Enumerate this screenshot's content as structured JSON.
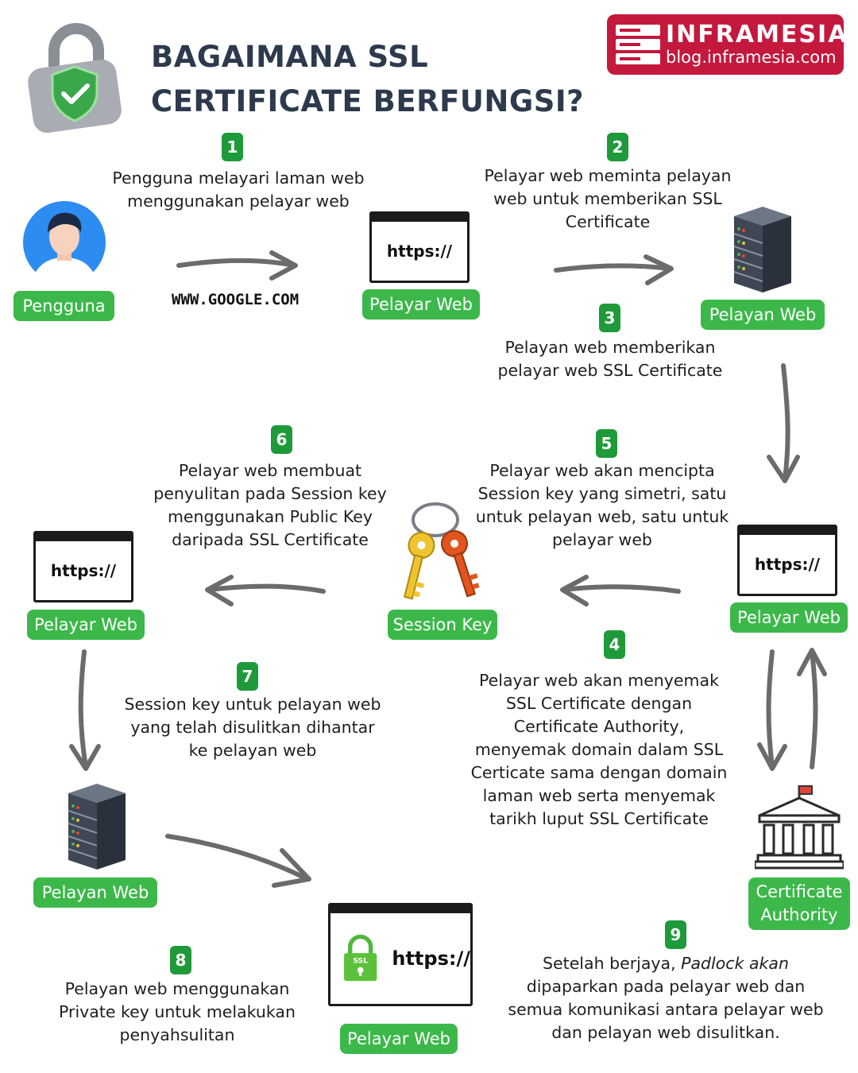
{
  "title_line1": "BAGAIMANA SSL",
  "title_line2": "CERTIFICATE BERFUNGSI?",
  "brand": {
    "name": "INFRAMESIA",
    "url": "blog.inframesia.com",
    "color": "#c4183c"
  },
  "url_text": "WWW.GOOGLE.COM",
  "https_text": "https://",
  "ssl_text": "SSL",
  "steps": [
    {
      "num": "1",
      "line1": "Pengguna  melayari laman web",
      "line2": "menggunakan pelayar web"
    },
    {
      "num": "2",
      "line1": "Pelayar web meminta pelayan",
      "line2": "web untuk memberikan SSL",
      "line3": "Certificate"
    },
    {
      "num": "3",
      "line1": "Pelayan web memberikan",
      "line2": "pelayar web SSL Certificate"
    },
    {
      "num": "4",
      "line1": "Pelayar web akan menyemak",
      "line2": "SSL Certificate dengan",
      "line3": "Certificate Authority,",
      "line4": "menyemak domain dalam SSL",
      "line5": "Certicate sama dengan domain",
      "line6": "laman web serta menyemak",
      "line7": "tarikh luput SSL Certificate"
    },
    {
      "num": "5",
      "line1": "Pelayar web akan mencipta",
      "line2": "Session key yang simetri, satu",
      "line3": "untuk pelayan web, satu untuk",
      "line4": "pelayar web"
    },
    {
      "num": "6",
      "line1": "Pelayar web membuat",
      "line2": "penyulitan pada Session key",
      "line3": "menggunakan Public Key",
      "line4": "daripada SSL Certificate"
    },
    {
      "num": "7",
      "line1": "Session key untuk pelayan web",
      "line2": "yang telah disulitkan dihantar",
      "line3": "ke pelayan web"
    },
    {
      "num": "8",
      "line1": "Pelayan web menggunakan",
      "line2": "Private key untuk melakukan",
      "line3": "penyahsulitan"
    },
    {
      "num": "9",
      "line1a": "Setelah berjaya, ",
      "line1b": "Padlock akan",
      "line2": "dipaparkan pada pelayar web dan",
      "line3": "semua komunikasi antara pelayar web",
      "line4": "dan pelayan web disulitkan."
    }
  ],
  "labels": {
    "pengguna": "Pengguna",
    "pelayar_web": "Pelayar Web",
    "pelayan_web": "Pelayan Web",
    "session_key": "Session Key",
    "ca_line1": "Certificate",
    "ca_line2": "Authority"
  },
  "colors": {
    "green_badge": "#1f9a3a",
    "green_label": "#3cb84a",
    "title": "#2d3a4d",
    "arrow": "#6b6b6b"
  }
}
